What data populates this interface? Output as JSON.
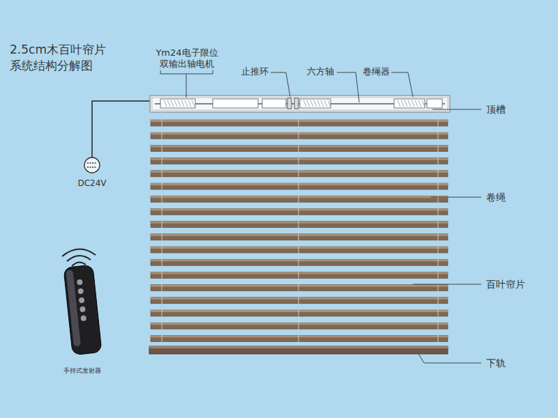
{
  "diagram": {
    "title": "2.5cm木百叶帘片 系统结构分解图",
    "labels": [
      "Ym24电子限位 双输出轴电机",
      "止推环",
      "六方轴",
      "卷绳器",
      "顶槽",
      "卷绳",
      "百叶帘片",
      "下轨",
      "DC24V",
      "手持式发射器"
    ]
  }
}
